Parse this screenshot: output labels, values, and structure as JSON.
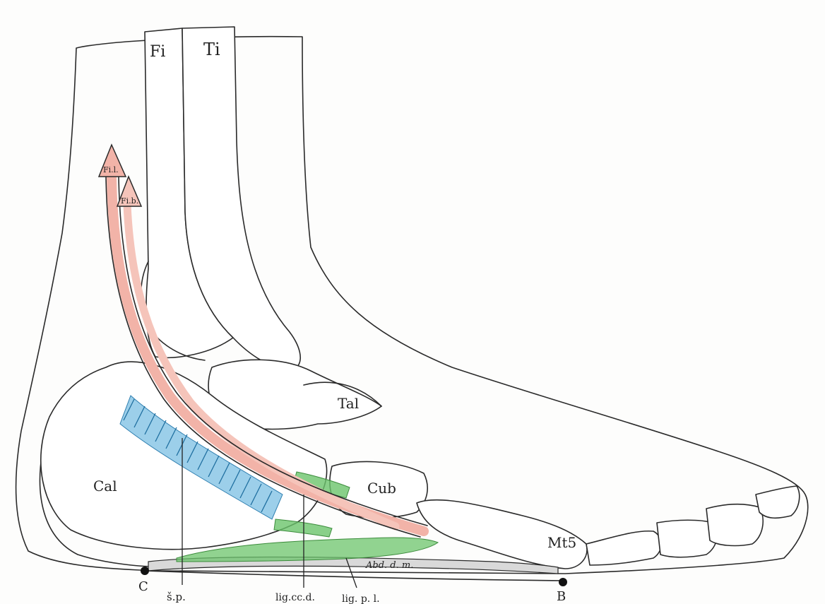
{
  "labels": {
    "fibula": "Fi",
    "tibia": "Ti",
    "talus": "Tal",
    "calcaneus": "Cal",
    "cuboid": "Cub",
    "metatarsal5": "Mt5",
    "fibularis_longus": "Fi.l.",
    "fibularis_brevis": "Fi.b.",
    "abductor": "Abd. d. m.",
    "point_c": "C",
    "point_b": "B",
    "sp": "š.p.",
    "lig_ccd": "lig.cc.d.",
    "lig_pl": "lig. p. l."
  },
  "colors": {
    "tendon": "#f2b3a8",
    "retinaculum": "#4aa7d8",
    "ligament": "#6cc46c",
    "abductor": "#d9d9d9",
    "outline": "#2a2a2a"
  }
}
